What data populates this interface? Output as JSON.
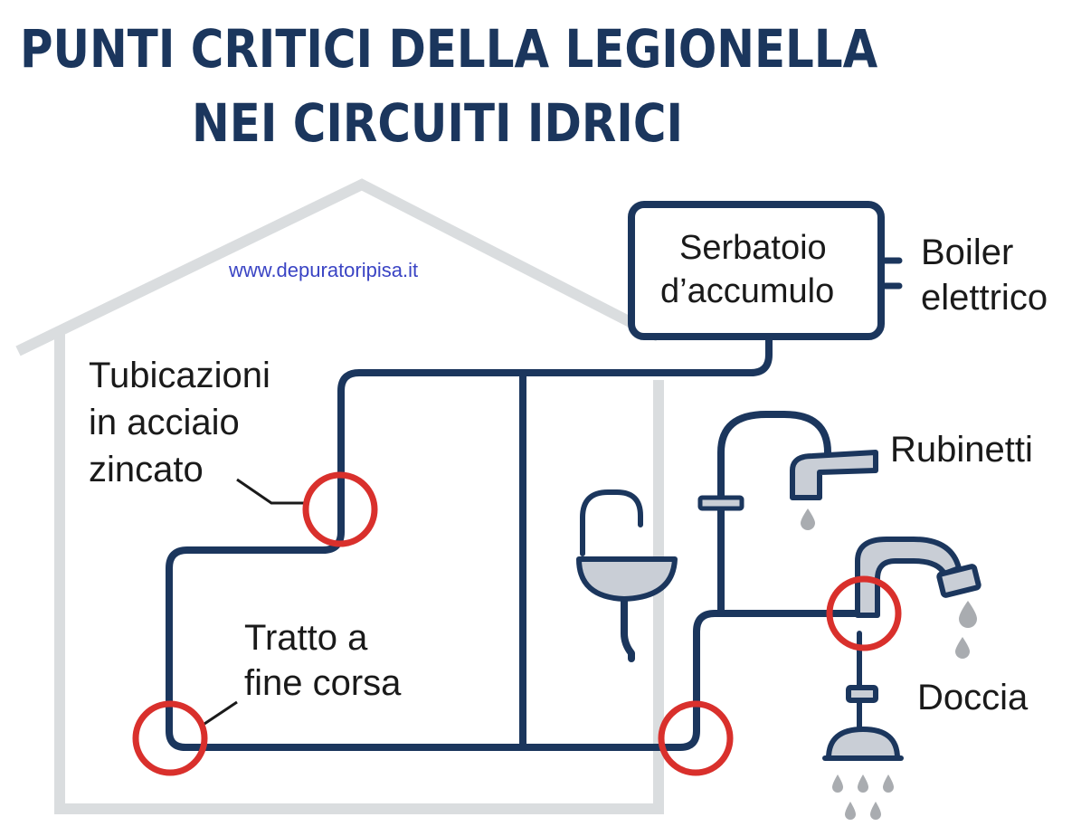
{
  "title": {
    "line1": "PUNTI CRITICI DELLA LEGIONELLA",
    "line2": "NEI CIRCUITI IDRICI"
  },
  "watermark": "www.depuratoripisa.it",
  "tank": {
    "line1": "Serbatoio",
    "line2": "d’accumulo"
  },
  "labels": {
    "boiler": {
      "line1": "Boiler",
      "line2": "elettrico"
    },
    "pipes": {
      "line1": "Tubicazioni",
      "line2": "in acciaio",
      "line3": "zincato"
    },
    "dead_end": {
      "line1": "Tratto a",
      "line2": "fine corsa"
    },
    "taps": "Rubinetti",
    "shower": "Doccia"
  },
  "colors": {
    "pipe": "#1b365d",
    "critical_ring": "#d9302c",
    "house_outline": "#dadddf",
    "fixture_fill": "#c9ced6",
    "water_drop": "#a9acb0",
    "watermark": "#3a44c4"
  }
}
